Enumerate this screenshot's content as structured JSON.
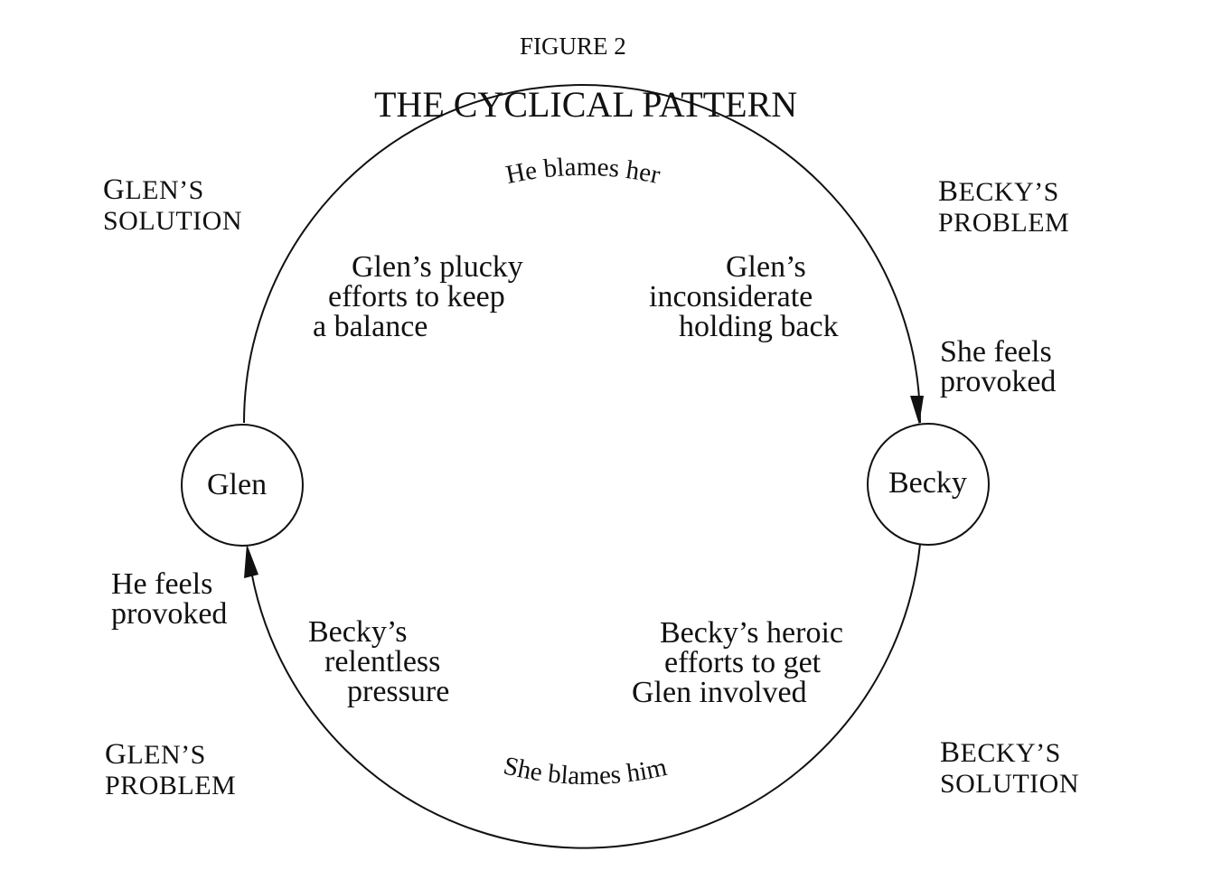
{
  "figure_label": "FIGURE 2",
  "title": "THE CYCLICAL PATTERN",
  "nodes": {
    "glen": "Glen",
    "becky": "Becky"
  },
  "arc_labels": {
    "top": "He blames her",
    "bottom": "She blames him"
  },
  "quadrant_labels": {
    "glens_solution": {
      "line1_cap": "G",
      "line1_rest": "LEN’S",
      "line2": "SOLUTION"
    },
    "beckys_problem": {
      "line1_cap": "B",
      "line1_rest": "ECKY’S",
      "line2": "PROBLEM"
    },
    "glens_problem": {
      "line1_cap": "G",
      "line1_rest": "LEN’S",
      "line2": "PROBLEM"
    },
    "beckys_solution": {
      "line1_cap": "B",
      "line1_rest": "ECKY’S",
      "line2": "SOLUTION"
    }
  },
  "descriptions": {
    "glen_efforts": [
      "Glen’s plucky",
      "efforts to keep",
      "a balance"
    ],
    "glen_holding_back": [
      "Glen’s",
      "inconsiderate",
      "holding back"
    ],
    "becky_pressure": [
      "Becky’s",
      "relentless",
      "pressure"
    ],
    "becky_efforts": [
      "Becky’s heroic",
      "efforts to get",
      "Glen involved"
    ]
  },
  "reactions": {
    "she_feels_provoked": [
      "She feels",
      "provoked"
    ],
    "he_feels_provoked": [
      "He feels",
      "provoked"
    ]
  },
  "colors": {
    "ink": "#111111",
    "background": "#ffffff"
  }
}
